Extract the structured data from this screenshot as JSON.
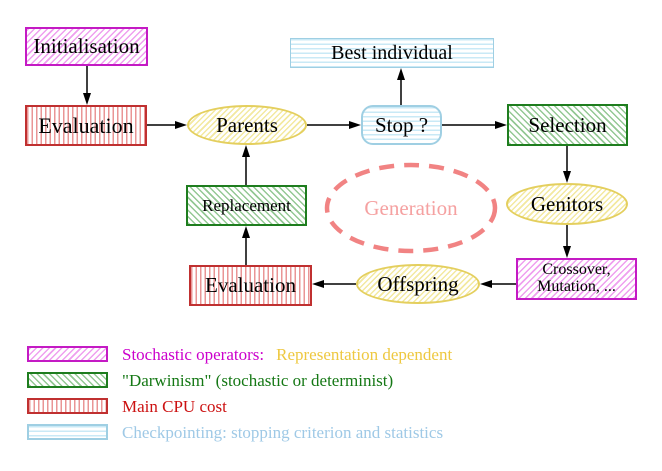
{
  "nodes": {
    "initialisation": "Initialisation",
    "evaluation_top": "Evaluation",
    "parents": "Parents",
    "stop": "Stop ?",
    "best_individual": "Best individual",
    "selection": "Selection",
    "genitors": "Genitors",
    "crossover_line1": "Crossover,",
    "crossover_line2": "Mutation, ...",
    "offspring": "Offspring",
    "evaluation_bottom": "Evaluation",
    "replacement": "Replacement",
    "generation": "Generation"
  },
  "legend": {
    "items": [
      {
        "swatch": "magenta-diagonal-hatch",
        "label": "Stochastic operators:",
        "label2": "Representation dependent"
      },
      {
        "swatch": "green-diagonal-hatch",
        "label": "\"Darwinism\" (stochastic or determinist)"
      },
      {
        "swatch": "red-vertical-stripes",
        "label": "Main CPU cost"
      },
      {
        "swatch": "cyan-horizontal-stripes",
        "label": "Checkpointing: stopping criterion and statistics"
      }
    ]
  },
  "colors": {
    "magenta": "#cc00cc",
    "green": "#157815",
    "red": "#cc1111",
    "cyan": "#9fc9e6",
    "gold": "#eec840",
    "yellow_node": "#e4cf5e",
    "salmon": "#f08080",
    "arrow": "#000000"
  }
}
